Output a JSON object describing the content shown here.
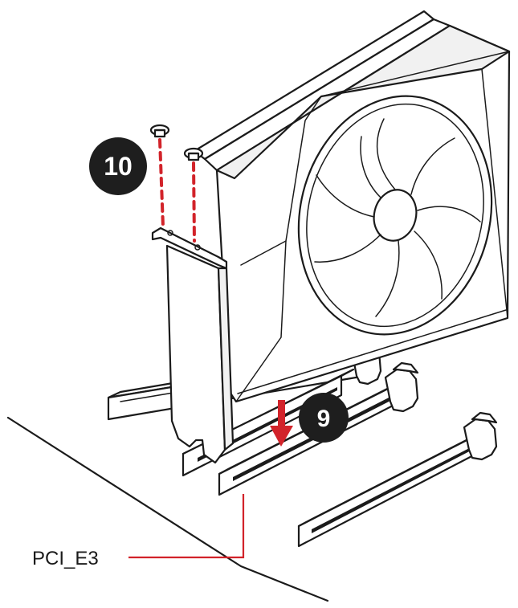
{
  "steps": {
    "step_9": "9",
    "step_10": "10"
  },
  "labels": {
    "slot_label": "PCI_E3"
  },
  "colors": {
    "callout_red": "#d2232a",
    "step_badge": "#1e1e1e",
    "outline": "#1b1b1b"
  },
  "icons": {
    "screw": "screw-icon",
    "arrow": "down-arrow-icon",
    "fan": "fan-icon"
  }
}
